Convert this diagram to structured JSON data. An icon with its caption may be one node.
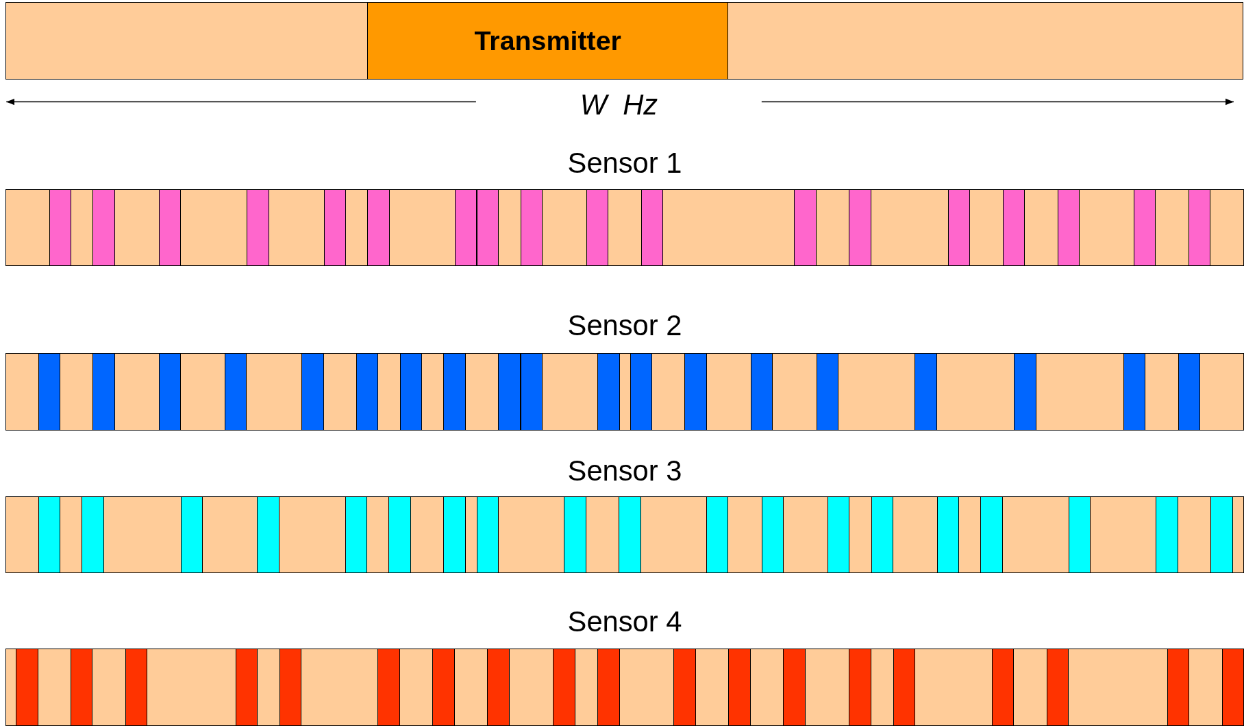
{
  "diagram": {
    "nodes": [
      {
        "text": [],
        "shape": "bar"
      },
      {
        "text": [
          "Transmitter"
        ],
        "in": 0
      },
      {
        "text": [
          "Sensor 1"
        ]
      },
      {
        "text": [
          "Sensor 2"
        ]
      },
      {
        "text": [
          "Sensor 3"
        ]
      },
      {
        "text": [
          "Sensor 4"
        ]
      }
    ],
    "edges": [],
    "labels": [
      "W  Hz"
    ]
  }
}
